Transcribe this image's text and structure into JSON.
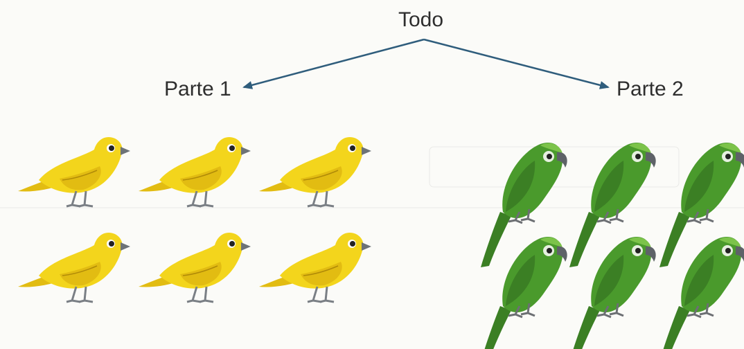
{
  "diagram": {
    "root_label": "Todo",
    "left_label": "Parte 1",
    "right_label": "Parte 2",
    "arrow_color": "#2f5d7c"
  },
  "groups": {
    "left": {
      "bird": "canary",
      "count": 6,
      "rows": 2,
      "cols": 3,
      "colors": {
        "body": "#f3d51c",
        "wing": "#e2bc12",
        "beak": "#6d7378",
        "legs": "#7a7f85"
      }
    },
    "right": {
      "bird": "parrot",
      "count": 6,
      "rows": 2,
      "cols": 3,
      "colors": {
        "body": "#4a9a2c",
        "wing": "#3b7f24",
        "light": "#7cc34a",
        "beak": "#5e6268"
      }
    }
  }
}
